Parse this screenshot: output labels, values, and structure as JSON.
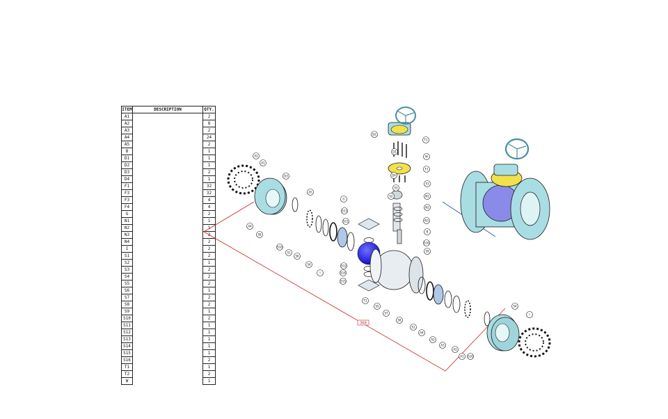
{
  "bom": {
    "headers": {
      "item": "ITEM",
      "description": "DESCRIPTION",
      "qty": "QTY."
    },
    "rows": [
      {
        "item": "A1",
        "qty": "2"
      },
      {
        "item": "A2",
        "qty": "8"
      },
      {
        "item": "A3",
        "qty": "2"
      },
      {
        "item": "A4",
        "qty": "24"
      },
      {
        "item": "A5",
        "qty": "2"
      },
      {
        "item": "B",
        "qty": "1"
      },
      {
        "item": "D1",
        "qty": "1"
      },
      {
        "item": "D2",
        "qty": "1"
      },
      {
        "item": "D3",
        "qty": "2"
      },
      {
        "item": "D4",
        "qty": "1"
      },
      {
        "item": "F1",
        "qty": "32"
      },
      {
        "item": "F3",
        "qty": "32"
      },
      {
        "item": "F3",
        "qty": "4"
      },
      {
        "item": "F4",
        "qty": "4"
      },
      {
        "item": "G",
        "qty": "2"
      },
      {
        "item": "N1",
        "qty": "1"
      },
      {
        "item": "N2",
        "qty": "1"
      },
      {
        "item": "N3",
        "qty": "2"
      },
      {
        "item": "N4",
        "qty": "2"
      },
      {
        "item": "I",
        "qty": "2"
      },
      {
        "item": "S1",
        "qty": "2"
      },
      {
        "item": "S2",
        "qty": "1"
      },
      {
        "item": "S3",
        "qty": "2"
      },
      {
        "item": "S4",
        "qty": "2"
      },
      {
        "item": "S5",
        "qty": "2"
      },
      {
        "item": "S6",
        "qty": "1"
      },
      {
        "item": "S7",
        "qty": "2"
      },
      {
        "item": "S8",
        "qty": "2"
      },
      {
        "item": "S9",
        "qty": "1"
      },
      {
        "item": "S10",
        "qty": "2"
      },
      {
        "item": "S11",
        "qty": "1"
      },
      {
        "item": "S12",
        "qty": "1"
      },
      {
        "item": "S13",
        "qty": "1"
      },
      {
        "item": "S14",
        "qty": "1"
      },
      {
        "item": "S15",
        "qty": "1"
      },
      {
        "item": "S16",
        "qty": "2"
      },
      {
        "item": "T1",
        "qty": "1"
      },
      {
        "item": "T2",
        "qty": "2"
      },
      {
        "item": "W",
        "qty": "1"
      }
    ]
  },
  "drawing": {
    "dimension_label_main": "368",
    "dimension_label_assembly": "368",
    "balloons": [
      "A1",
      "A2",
      "D3",
      "A5",
      "A4",
      "S8",
      "S10",
      "S1",
      "S6",
      "S4",
      "I",
      "G",
      "S13",
      "S11",
      "S12",
      "S14",
      "S15",
      "T2",
      "S5",
      "S7",
      "S2",
      "S3",
      "D4",
      "D1",
      "D2",
      "T1",
      "W",
      "F1",
      "F3",
      "N1",
      "N2",
      "N3",
      "B",
      "S16",
      "S9",
      "S8",
      "S1",
      "A4",
      "A5",
      "A3",
      "A2",
      "A1",
      "S10",
      "S4",
      "I"
    ],
    "colors": {
      "body": "#a8dde3",
      "ball": "#1a1aee",
      "gear": "#f2e14a",
      "dimension": "#cc2222",
      "outline": "#1a1a1a"
    }
  }
}
